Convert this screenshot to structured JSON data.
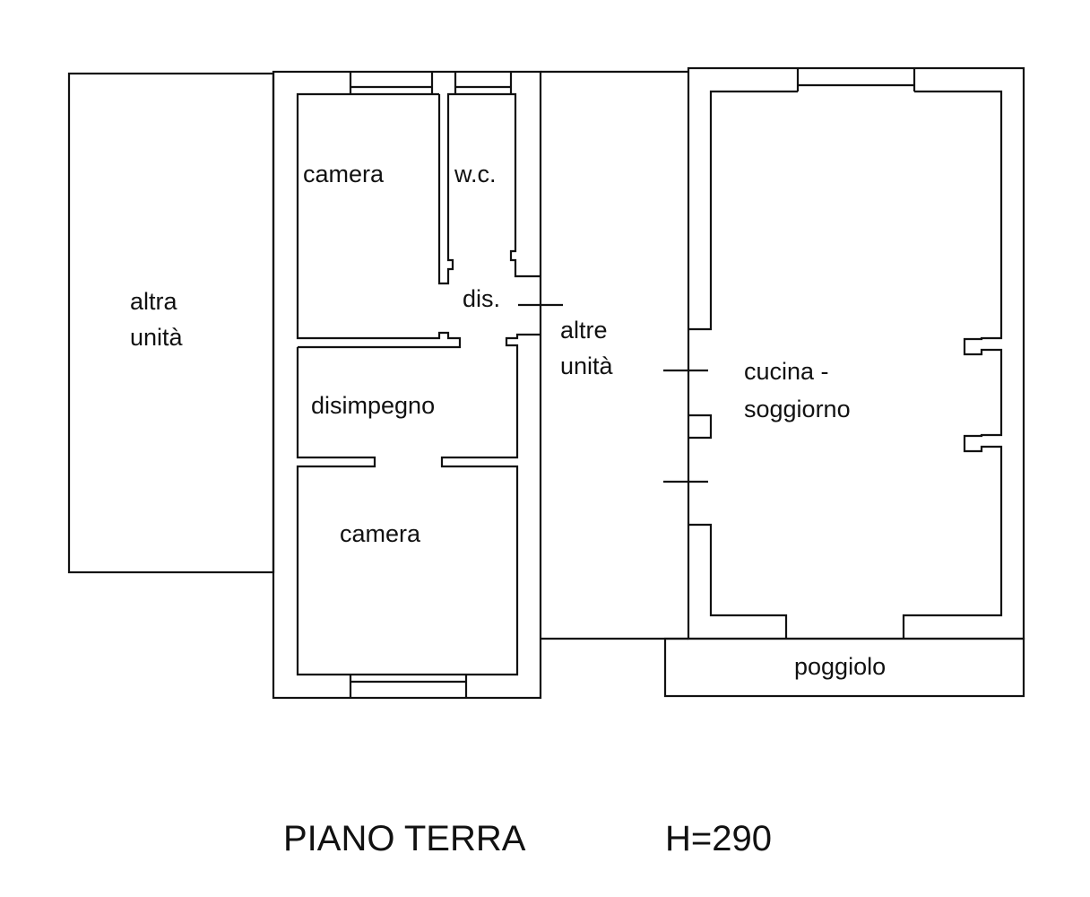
{
  "plan": {
    "rooms": {
      "altra_unita_1": "altra",
      "altra_unita_2": "unità",
      "camera_top": "camera",
      "wc": "w.c.",
      "dis": "dis.",
      "altre_unita_1": "altre",
      "altre_unita_2": "unità",
      "disimpegno": "disimpegno",
      "camera_bottom": "camera",
      "cucina_1": "cucina -",
      "cucina_2": "soggiorno",
      "poggiolo": "poggiolo"
    },
    "title": "PIANO TERRA",
    "height_label": "H=290"
  }
}
